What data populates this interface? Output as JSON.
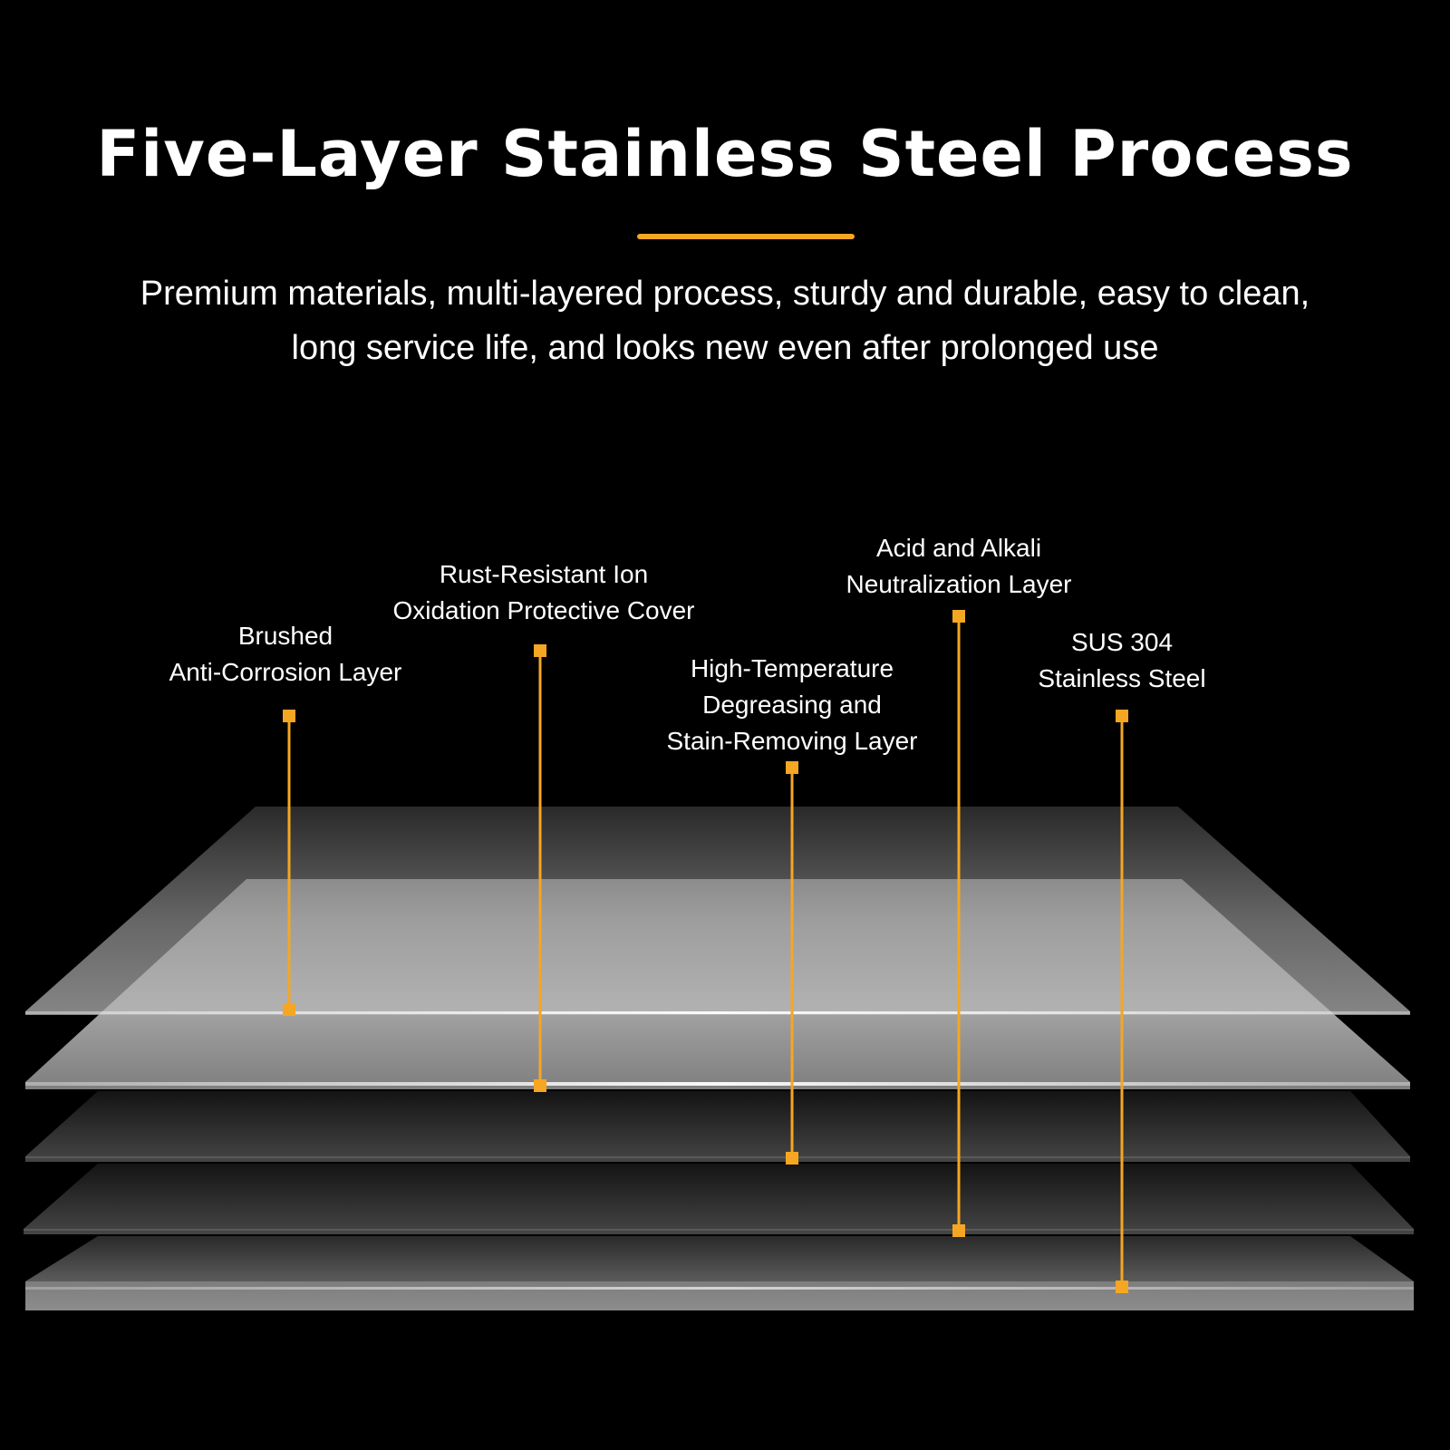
{
  "header": {
    "title": "Five-Layer Stainless Steel Process",
    "accent_color": "#f5a623",
    "subtitle_lines": [
      "Premium materials, multi-layered process, sturdy and durable, easy to clean,",
      "long service life, and looks new even after prolonged use"
    ]
  },
  "diagram": {
    "callout_color": "#f5a623",
    "layers": [
      {
        "lines": [
          "Brushed",
          "Anti-Corrosion Layer"
        ]
      },
      {
        "lines": [
          "Rust-Resistant Ion",
          "Oxidation Protective Cover"
        ]
      },
      {
        "lines": [
          "High-Temperature",
          "Degreasing and",
          "Stain-Removing Layer"
        ]
      },
      {
        "lines": [
          "Acid and Alkali",
          "Neutralization Layer"
        ]
      },
      {
        "lines": [
          "SUS 304",
          "Stainless Steel"
        ]
      }
    ]
  }
}
